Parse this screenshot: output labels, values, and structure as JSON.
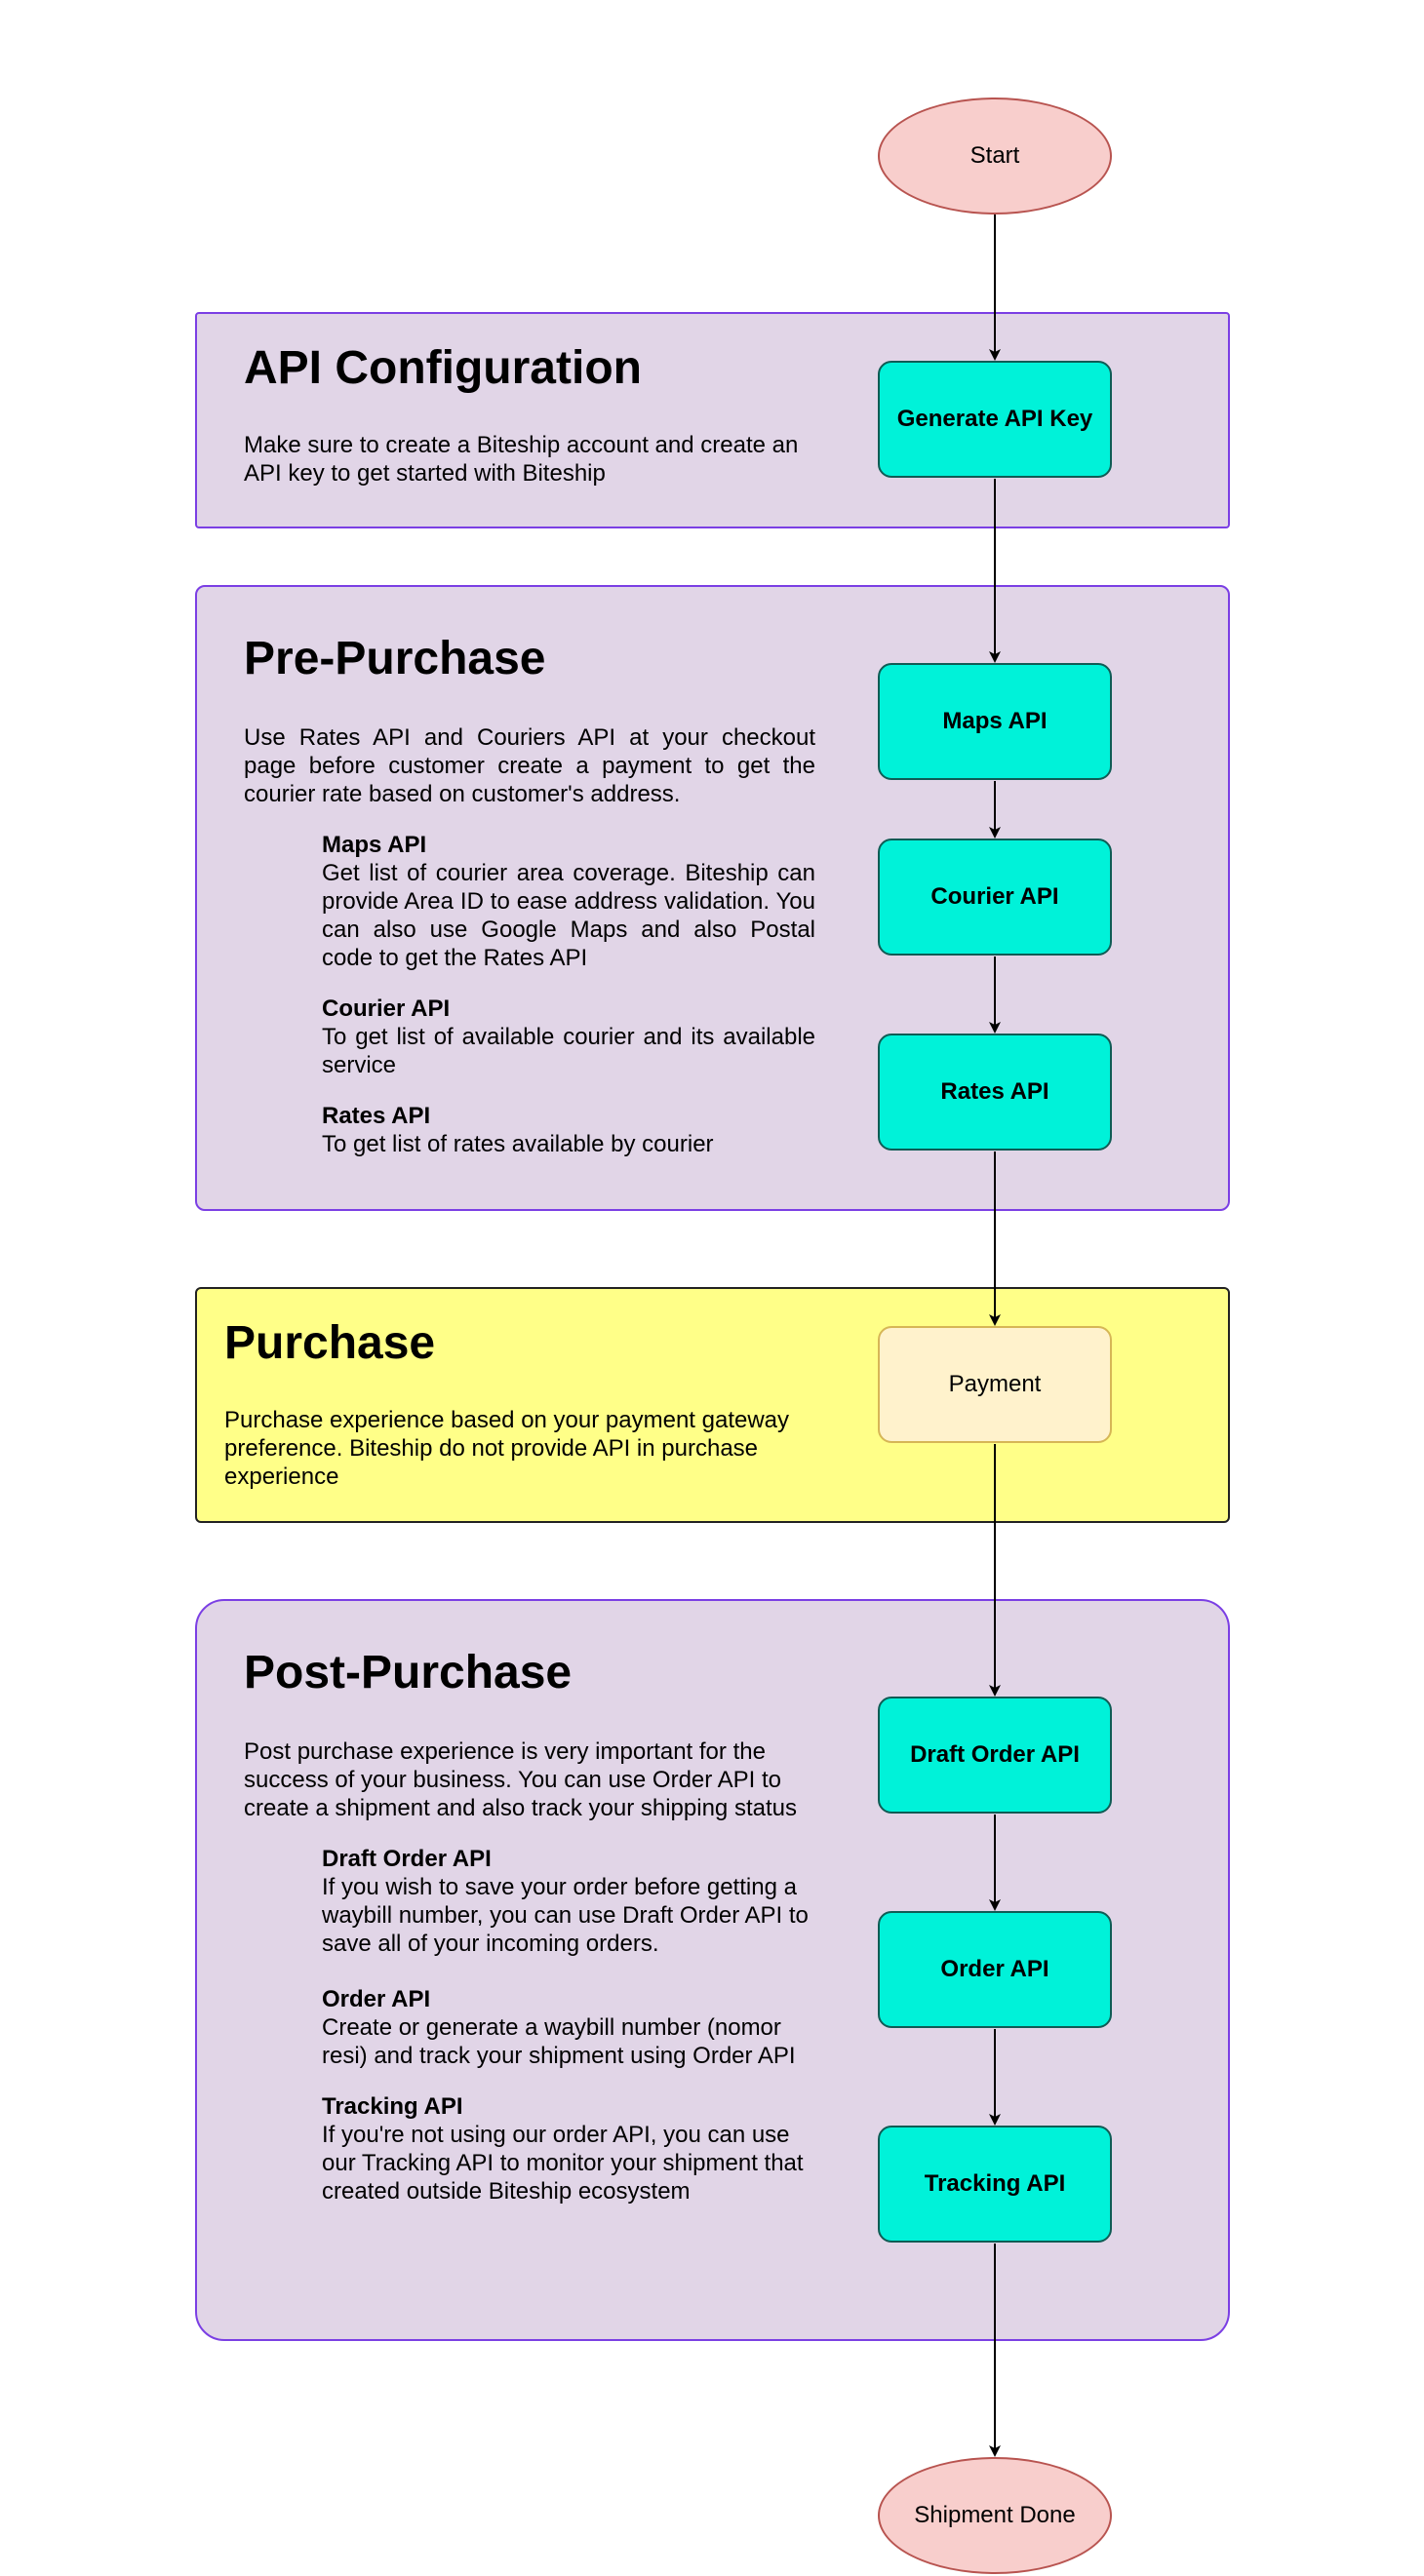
{
  "nodes": {
    "start": "Start",
    "generate_api_key": "Generate API Key",
    "maps_api": "Maps API",
    "courier_api": "Courier API",
    "rates_api": "Rates API",
    "payment": "Payment",
    "draft_order_api": "Draft Order API",
    "order_api": "Order API",
    "tracking_api": "Tracking API",
    "end": "Shipment Done"
  },
  "api_configuration": {
    "title": "API Configuration",
    "description": "Make sure to create a Biteship account and create an API key to get started with Biteship"
  },
  "pre_purchase": {
    "title": "Pre-Purchase",
    "description": "Use Rates API and Couriers API at your checkout page before customer create a payment to get the courier rate based on customer's address.",
    "items": [
      {
        "title": "Maps API",
        "text": "Get list of courier area coverage. Biteship can provide Area ID to ease address validation. You can also use Google Maps and also Postal code to get the Rates API"
      },
      {
        "title": "Courier API",
        "text": "To get list of available courier and its available service"
      },
      {
        "title": "Rates API",
        "text": "To get list of rates available by courier"
      }
    ]
  },
  "purchase": {
    "title": "Purchase",
    "description": "Purchase experience based on your payment gateway preference. Biteship do not provide API in purchase experience"
  },
  "post_purchase": {
    "title": "Post-Purchase",
    "description": "Post purchase experience is very important for the success of your business. You can use Order API to create a shipment and also track your shipping status",
    "items": [
      {
        "title": "Draft Order API",
        "text": "If you wish to save your order before getting a waybill number, you can use Draft Order API to save all of your incoming orders."
      },
      {
        "title": "Order API",
        "text": "Create or generate a waybill number (nomor resi) and track your shipment using Order API"
      },
      {
        "title": "Tracking API",
        "text": "If you're not using our order API, you can use our Tracking API to monitor your shipment that created outside Biteship ecosystem"
      }
    ]
  },
  "colors": {
    "section_fill": "#e1d5e7",
    "section_border": "#7b3fe4",
    "purchase_fill": "#ffff88",
    "api_node_fill": "#00f2d9",
    "payment_fill": "#fff2cc",
    "terminal_fill": "#f8cecc"
  }
}
